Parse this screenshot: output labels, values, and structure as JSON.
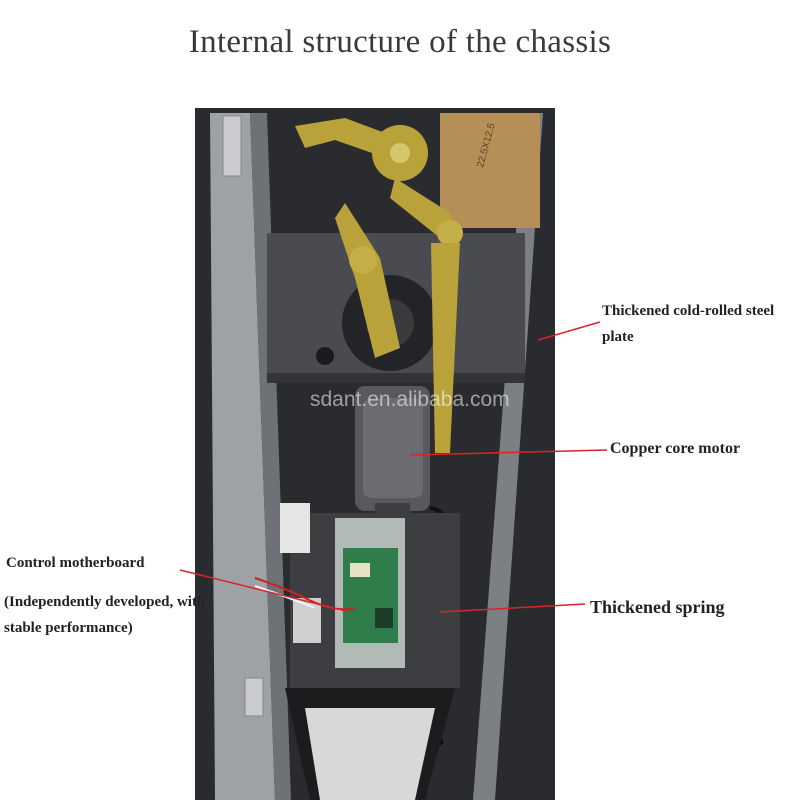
{
  "title": "Internal structure of the chassis",
  "watermark": "sdant.en.alibaba.com",
  "box_print": "22.5X12.5",
  "labels": {
    "steel_plate": "Thickened cold-rolled steel plate",
    "motor": "Copper core motor",
    "spring": "Thickened spring",
    "motherboard": "Control motherboard",
    "motherboard_note": "(Independently developed, with stable performance)"
  },
  "colors": {
    "leader_line": "#d9252a",
    "chassis_gray": "#8f9296",
    "inner_plate": "#3d3e42",
    "arm_yellow": "#b9a23a",
    "board_green": "#2f7d4a"
  }
}
